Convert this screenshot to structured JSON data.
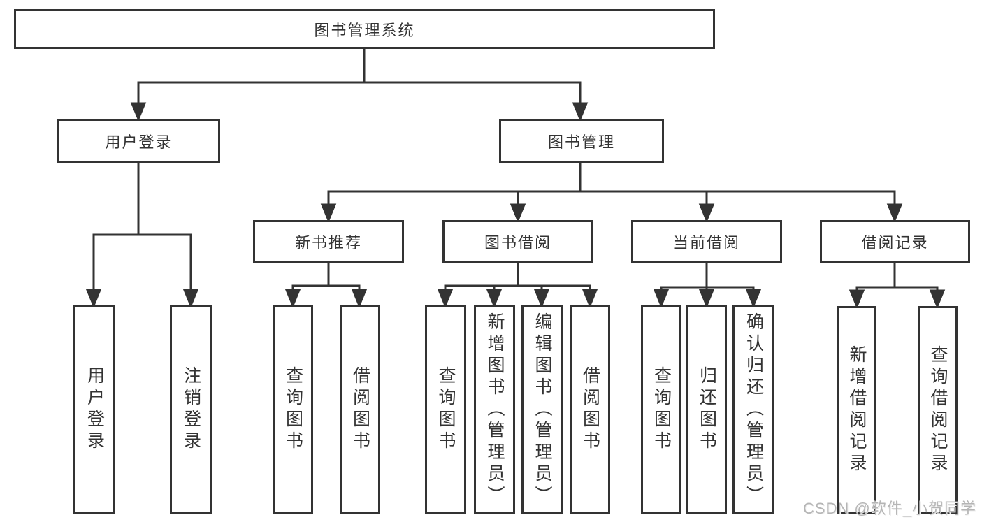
{
  "tree": {
    "root": {
      "label": "图书管理系统"
    },
    "branches": [
      {
        "label": "用户登录",
        "children": [
          {
            "label": "用户登录"
          },
          {
            "label": "注销登录"
          }
        ]
      },
      {
        "label": "图书管理",
        "children": [
          {
            "label": "新书推荐",
            "children": [
              {
                "label": "查询图书"
              },
              {
                "label": "借阅图书"
              }
            ]
          },
          {
            "label": "图书借阅",
            "children": [
              {
                "label": "查询图书"
              },
              {
                "label": "新增图书（管理员）"
              },
              {
                "label": "编辑图书（管理员）"
              },
              {
                "label": "借阅图书"
              }
            ]
          },
          {
            "label": "当前借阅",
            "children": [
              {
                "label": "查询图书"
              },
              {
                "label": "归还图书"
              },
              {
                "label": "确认归还（管理员）"
              }
            ]
          },
          {
            "label": "借阅记录",
            "children": [
              {
                "label": "新增借阅记录"
              },
              {
                "label": "查询借阅记录"
              }
            ]
          }
        ]
      }
    ]
  },
  "watermark": {
    "text": "CSDN @软件_小贺同学"
  },
  "colors": {
    "line": "#333333",
    "text": "#333333",
    "background": "#ffffff",
    "watermark": "#b5b5b5"
  }
}
